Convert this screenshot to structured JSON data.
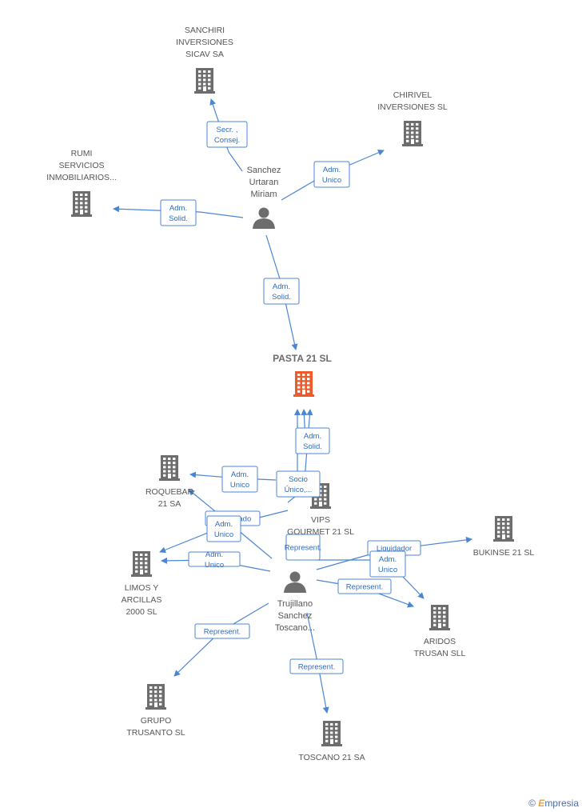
{
  "colors": {
    "edge": "#4a86d4",
    "building": "#6d6d6d",
    "center": "#f05a28",
    "person": "#6d6d6d"
  },
  "center": {
    "name": "PASTA 21 SL"
  },
  "companies": [
    {
      "id": "sanchiri",
      "lines": [
        "SANCHIRI",
        "INVERSIONES",
        "SICAV SA"
      ]
    },
    {
      "id": "chirivel",
      "lines": [
        "CHIRIVEL",
        "INVERSIONES SL"
      ]
    },
    {
      "id": "rumi",
      "lines": [
        "RUMI",
        "SERVICIOS",
        "INMOBILIARIOS..."
      ]
    },
    {
      "id": "roquebar",
      "lines": [
        "ROQUEBAR",
        "21 SA"
      ]
    },
    {
      "id": "vips",
      "lines": [
        "VIPS",
        "GOURMET 21 SL"
      ]
    },
    {
      "id": "bukinse",
      "lines": [
        "BUKINSE 21  SL"
      ]
    },
    {
      "id": "limos",
      "lines": [
        "LIMOS Y",
        "ARCILLAS",
        "2000  SL"
      ]
    },
    {
      "id": "aridos",
      "lines": [
        "ARIDOS",
        "TRUSAN SLL"
      ]
    },
    {
      "id": "grupo",
      "lines": [
        "GRUPO",
        "TRUSANTO  SL"
      ]
    },
    {
      "id": "toscano",
      "lines": [
        "TOSCANO 21 SA"
      ]
    }
  ],
  "persons": [
    {
      "id": "sanchez",
      "lines": [
        "Sanchez",
        "Urtaran",
        "Miriam"
      ]
    },
    {
      "id": "trujillano",
      "lines": [
        "Trujillano",
        "Sanchez",
        "Toscano..."
      ]
    }
  ],
  "edges": [
    {
      "id": "e1",
      "lines": [
        "Secr. ,",
        "Consej."
      ]
    },
    {
      "id": "e2",
      "lines": [
        "Adm.",
        "Unico"
      ]
    },
    {
      "id": "e3",
      "lines": [
        "Adm.",
        "Solid."
      ]
    },
    {
      "id": "e4",
      "lines": [
        "Adm.",
        "Solid."
      ]
    },
    {
      "id": "e5",
      "lines": [
        "Adm.",
        "Solid."
      ]
    },
    {
      "id": "e6",
      "lines": [
        "Socio",
        "Único,..."
      ]
    },
    {
      "id": "e7",
      "lines": [
        "Adm.",
        "Unico"
      ]
    },
    {
      "id": "e8",
      "lines": [
        "Apoderado"
      ]
    },
    {
      "id": "e9",
      "lines": [
        "Adm.",
        "Unico"
      ]
    },
    {
      "id": "e10",
      "lines": [
        "Represent."
      ]
    },
    {
      "id": "e11",
      "lines": [
        "Adm.",
        "Unico"
      ]
    },
    {
      "id": "e12",
      "lines": [
        "Liquidador"
      ]
    },
    {
      "id": "e13",
      "lines": [
        "Adm.",
        "Unico"
      ]
    },
    {
      "id": "e14",
      "lines": [
        "Represent."
      ]
    },
    {
      "id": "e15",
      "lines": [
        "Represent."
      ]
    },
    {
      "id": "e16",
      "lines": [
        "Represent."
      ]
    }
  ],
  "footer": {
    "copyright": "©",
    "brand_initial": "E",
    "brand_rest": "mpresia"
  }
}
